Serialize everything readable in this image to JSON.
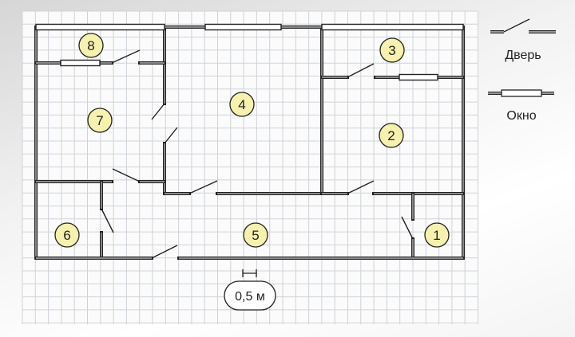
{
  "rooms": [
    {
      "number": "1"
    },
    {
      "number": "2"
    },
    {
      "number": "3"
    },
    {
      "number": "4"
    },
    {
      "number": "5"
    },
    {
      "number": "6"
    },
    {
      "number": "7"
    },
    {
      "number": "8"
    }
  ],
  "legend": {
    "door_label": "Дверь",
    "window_label": "Окно"
  },
  "scale": {
    "label": "0,5 м"
  },
  "colors": {
    "room_badge": "#f6f1ae",
    "wall": "#222222",
    "grid": "#cfd3d8"
  }
}
